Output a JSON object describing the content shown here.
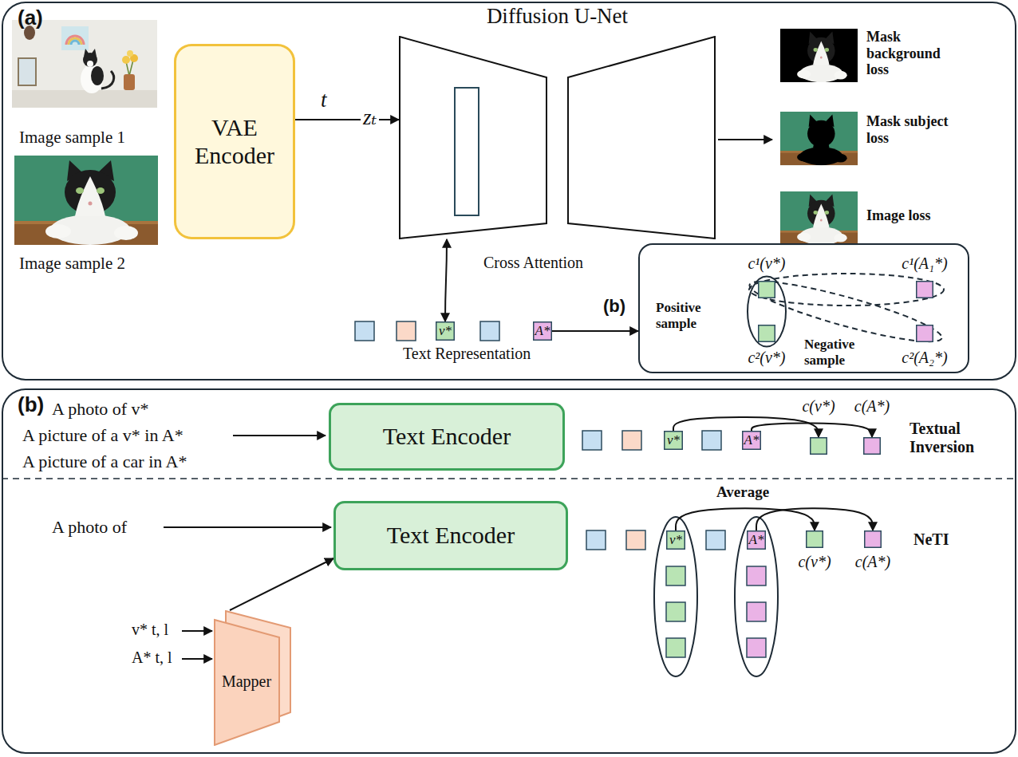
{
  "diagram": {
    "nodes": [
      {
        "text": [
          "(a)"
        ]
      },
      {
        "text": [
          "VAE Encoder"
        ],
        "in": 0
      },
      {
        "text": [
          "Diffusion U-Net"
        ],
        "in": 0
      },
      {
        "text": [
          "v*"
        ],
        "in": 0
      },
      {
        "text": [
          "A*"
        ],
        "in": 0
      },
      {
        "text": [
          "(b)"
        ],
        "in": 0
      },
      {
        "text": [
          "c¹(v*)"
        ],
        "in": 5
      },
      {
        "text": [
          "c¹(A₁*)"
        ],
        "in": 5
      },
      {
        "text": [
          "c²(v*)"
        ],
        "in": 5
      },
      {
        "text": [
          "c²(A₂*)"
        ],
        "in": 5
      },
      {
        "text": [
          "(b)"
        ]
      },
      {
        "text": [
          "Text Encoder"
        ],
        "in": 10
      },
      {
        "text": [
          "v*"
        ],
        "in": 10
      },
      {
        "text": [
          "A*"
        ],
        "in": 10
      },
      {
        "text": [
          "c(v*)"
        ],
        "in": 10
      },
      {
        "text": [
          "c(A*)"
        ],
        "in": 10
      },
      {
        "text": [
          "Mapper"
        ],
        "in": 10
      },
      {
        "text": [
          "Text Encoder"
        ],
        "in": 10
      },
      {
        "text": [
          "v*"
        ],
        "in": 10
      },
      {
        "text": [
          "A*"
        ],
        "in": 10
      },
      {
        "text": [
          "c(v*)"
        ],
        "in": 10
      },
      {
        "text": [
          "c(A*)"
        ],
        "in": 10
      }
    ],
    "edges": [
      {
        "from": 1,
        "to": 2,
        "label": "t",
        "arrow": "to"
      },
      {
        "from": 3,
        "to": 2,
        "label": "Cross Attention",
        "arrow": "both"
      },
      {
        "from": 4,
        "to": 5,
        "arrow": "to"
      },
      {
        "from": 12,
        "to": 14,
        "arrow": "to"
      },
      {
        "from": 13,
        "to": 15,
        "arrow": "to"
      },
      {
        "from": 16,
        "to": 17,
        "arrow": "to"
      },
      {
        "from": 18,
        "to": 20,
        "arrow": "to"
      },
      {
        "from": 19,
        "to": 21,
        "arrow": "to"
      }
    ],
    "labels": [
      "Image sample 1",
      "Image sample 2",
      "zₜ",
      "Text Representation",
      "Mask background loss",
      "Mask subject loss",
      "Image loss",
      "Positive sample",
      "Negative sample",
      "A photo of v*",
      "A picture of a v* in A*",
      "A picture of a car in A*",
      "Textual Inversion",
      "A photo of",
      "v* t, l",
      "A* t, l",
      "Average",
      "NeTI"
    ]
  }
}
